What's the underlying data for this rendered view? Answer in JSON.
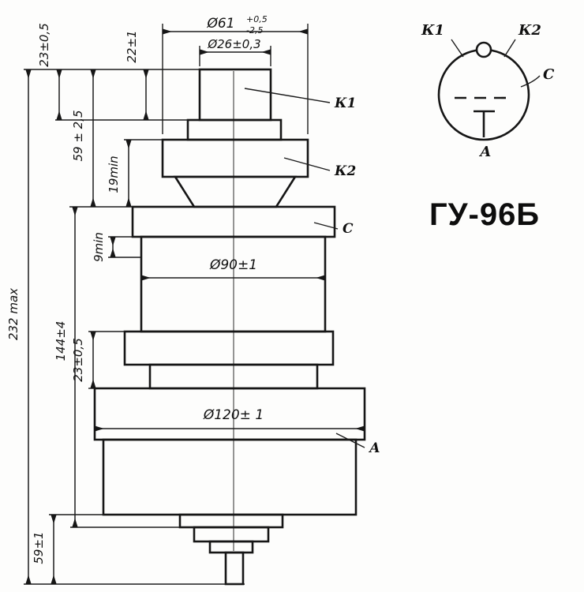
{
  "title": "ГУ-96Б",
  "dims": {
    "dia61": "Ø61",
    "dia61_plus": "+0,5",
    "dia61_minus": "-2,5",
    "dia26": "Ø26±0,3",
    "h23_top": "23±0,5",
    "h22_top": "22±1",
    "h59_top": "59 ± 2,5",
    "h19min": "19min",
    "h9min": "9min",
    "h232": "232 max",
    "h144": "144±4",
    "h23_mid": "23±0,5",
    "dia90": "Ø90±1",
    "dia120": "Ø120± 1",
    "h59_bot": "59±1"
  },
  "labels": {
    "k1": "К1",
    "k2": "К2",
    "c": "С",
    "a": "А"
  },
  "pinout": {
    "k1": "К1",
    "k2": "К2",
    "c": "С",
    "a": "А"
  }
}
